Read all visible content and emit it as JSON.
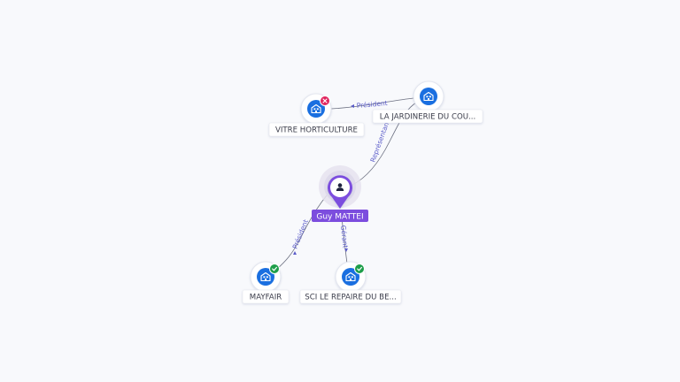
{
  "graph": {
    "person": {
      "name": "Guy MATTEI",
      "icon": "person-icon",
      "accent_color": "#7c4dde"
    },
    "companies": [
      {
        "id": "vitre",
        "name": "VITRE HORTICULTURE",
        "icon": "building-icon",
        "status": "closed"
      },
      {
        "id": "jardinerie",
        "name": "LA JARDINERIE DU COU...",
        "icon": "building-icon",
        "status": "none"
      },
      {
        "id": "mayfair",
        "name": "MAYFAIR",
        "icon": "building-icon",
        "status": "active"
      },
      {
        "id": "sci",
        "name": "SCI LE REPAIRE DU BE...",
        "icon": "building-icon",
        "status": "active"
      }
    ],
    "relations": [
      {
        "from": "jardinerie",
        "to": "vitre",
        "label": "Président"
      },
      {
        "from": "person",
        "to": "jardinerie",
        "label": "Représentant"
      },
      {
        "from": "person",
        "to": "mayfair",
        "label": "Président"
      },
      {
        "from": "person",
        "to": "sci",
        "label": "Gérant"
      }
    ],
    "colors": {
      "company_node": "#1a6fe0",
      "status_active": "#1e9e4a",
      "status_closed": "#e0245e",
      "edge_label": "#5b5cc9"
    }
  }
}
